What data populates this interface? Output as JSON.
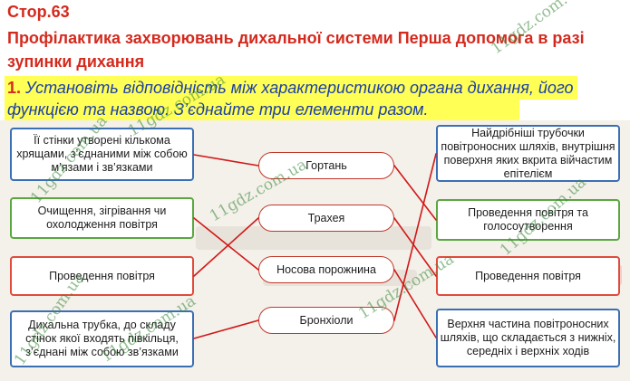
{
  "header": {
    "page_label": "Стор.63",
    "title": "Профілактика захворювань дихальної системи Перша допомога в разі зупинки дихання"
  },
  "task": {
    "number": "1.",
    "text": "Установіть відповідність між характеристикою органа дихання, його функцією та назвою. З’єднайте три елементи разом."
  },
  "characteristics": [
    "Її стінки утворені кількома хрящами, з’єднаними між собою м’язами і зв’язками",
    "Очищення, зігрівання чи охолодження повітря",
    "Проведення повітря",
    "Дихальна трубка, до складу стінок якої входять півкільця, з’єднані між собою зв’язками"
  ],
  "organs": [
    "Гортань",
    "Трахея",
    "Носова порожнина",
    "Бронхіоли"
  ],
  "functions": [
    "Найдрібніші трубочки повітроносних шляхів, внутрішня поверхня яких вкрита війчастим епітелієм",
    "Проведення повітря та голосоутворення",
    "Проведення повітря",
    "Верхня частина повітроносних шляхів, що складається з нижніх, середніх і верхніх ходів"
  ],
  "watermark": "11gdz.com.ua",
  "colors": {
    "heading": "#d42a1e",
    "task_text": "#1c3fa8",
    "highlight": "#ffff55",
    "link_line": "#d01818"
  }
}
